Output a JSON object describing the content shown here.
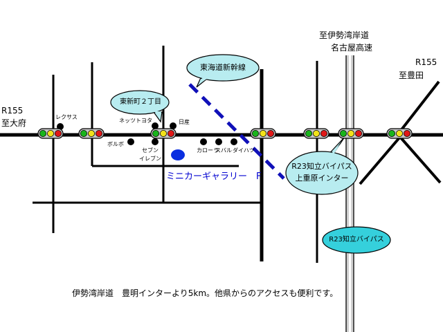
{
  "colors": {
    "road": "#000000",
    "callout_fill": "#b8ecf0",
    "callout_fill_cyan": "#35d0dc",
    "shinkansen": "#1010b8",
    "venue_dot": "#0a2ee0",
    "signal_green": "#19b41c",
    "signal_yellow": "#f2e21a",
    "signal_red": "#e01818",
    "bypass_road": "#d8d8d8"
  },
  "labels": {
    "r155_left": "R155",
    "r155_left_dir": "至大府",
    "r155_right": "R155",
    "r155_right_dir": "至豊田",
    "top_route_1": "至伊勢湾岸道",
    "top_route_2": "名古屋高速"
  },
  "callouts": {
    "shinkansen": "東海道新幹線",
    "higashishinmachi": "東新町２丁目",
    "interchange_1": "R23知立バイパス",
    "interchange_2": "上重原インター",
    "bypass": "R23知立バイパス"
  },
  "landmarks": {
    "lexus": "レクサス",
    "netz_toyota": "ネッツトヨタ",
    "nissan": "日産",
    "volvo": "ボルボ",
    "seven_1": "セブン",
    "seven_2": "イレブン",
    "corolla": "カローラ",
    "subaru": "スバル",
    "daihatsu": "ダイハツ"
  },
  "destination": {
    "name": "ミニカーギャラリー　F"
  },
  "footer": {
    "note": "伊勢湾岸道　豊明インターより5km。他県からのアクセスも便利です。"
  },
  "icons": {
    "traffic_signal": "traffic-signal-icon",
    "venue": "venue-dot-icon",
    "landmark": "landmark-dot-icon"
  }
}
